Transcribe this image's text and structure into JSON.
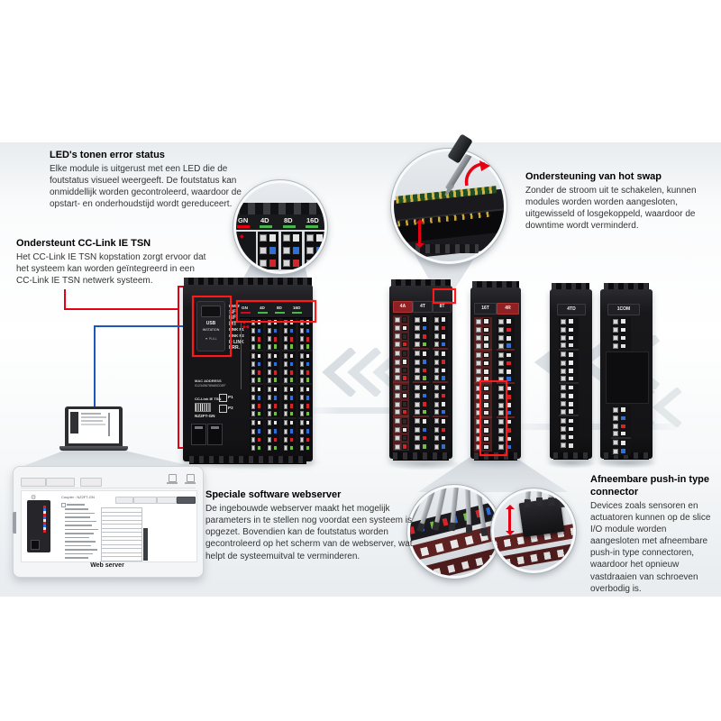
{
  "callouts": {
    "led": {
      "title": "LED's tonen error status",
      "body": "Elke module is uitgerust met een LED die de foutstatus visueel weergeeft. De foutstatus kan onmiddellijk worden gecontroleerd, waardoor de opstart- en onderhoudstijd wordt gereduceert."
    },
    "tsn": {
      "title": "Ondersteunt CC-Link IE TSN",
      "body": "Het CC-Link IE TSN kopstation zorgt ervoor dat het systeem kan worden geïntegreerd in een CC-Link IE TSN netwerk systeem."
    },
    "hotswap": {
      "title": "Ondersteuning van hot swap",
      "body": "Zonder de stroom uit te schakelen, kunnen modules worden worden aangesloten, uitgewisseld of losgekoppeld, waardoor de downtime wordt verminderd."
    },
    "webserver": {
      "title": "Speciale software webserver",
      "body": "De ingebouwde webserver maakt het mogelijk parameters in te stellen nog voordat een systeem is opgezet. Bovendien kan de foutstatus worden gecontroleerd op het scherm van de webserver, wat helpt de systeemuitval te verminderen."
    },
    "connector": {
      "title": "Afneembare push-in type connector",
      "body": "Devices zoals sensoren en actuatoren kunnen op de slice I/O module worden aangesloten met afneembare push-in type connectoren, waardoor het opnieuw vastdraaien van schroeven overbodig is."
    }
  },
  "device": {
    "usb_label": "USB",
    "usb_sublabel": "INSTATION",
    "pull_label": "▼ PULL",
    "led_labels": [
      "PW/RUN",
      "SF",
      "BF",
      "MT",
      "LINK P1",
      "LINK P2",
      "D LINK",
      "ERR."
    ],
    "mac_label": "MAC ADDRESS",
    "mac_value": "0123456789ABCDEF",
    "brand_label": "CC-Link IE TSN",
    "model_label": "NZ2FT-GN",
    "port1_label": "P1",
    "port2_label": "P2",
    "slice_headers": [
      "GN",
      "4D",
      "8D",
      "16D"
    ]
  },
  "zoom_circle": {
    "headers": [
      "GN",
      "4D",
      "8D",
      "16D"
    ]
  },
  "right_stacks": {
    "stack1": [
      "4A",
      "4T",
      "8T"
    ],
    "stack2": [
      "16T",
      "4R"
    ],
    "stack3": [
      "4TD"
    ],
    "stack4": [
      "1COM"
    ]
  },
  "webserver_window": {
    "title": "Coupler : NZ2FT-GN",
    "footer_label": "Web server"
  },
  "colors": {
    "accent_red": "#e60013",
    "line_blue": "#1d57b8",
    "connector_cycle": [
      "#e6e6e6",
      "#2f6fd6",
      "#d3262c",
      "#72bf44"
    ],
    "maroon": "#5e2122"
  }
}
